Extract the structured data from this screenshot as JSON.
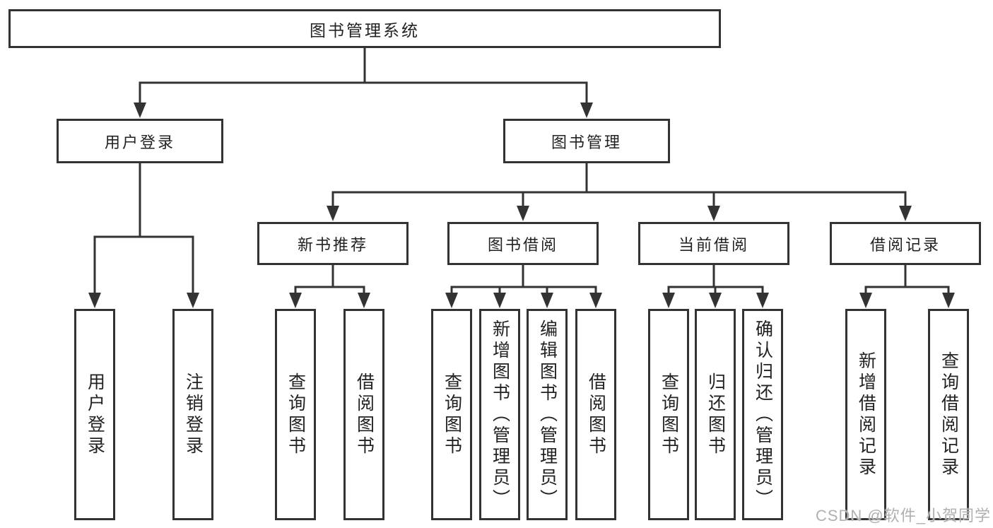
{
  "colors": {
    "line": "#333333",
    "box_border": "#333333",
    "text": "#222222",
    "watermark": "#b0b0b0",
    "background": "#ffffff"
  },
  "tree": {
    "root": {
      "label": "图书管理系统",
      "children": [
        {
          "label": "用户登录",
          "children": [
            "用户登录",
            "注销登录"
          ]
        },
        {
          "label": "图书管理",
          "children": [
            {
              "label": "新书推荐",
              "children": [
                "查询图书",
                "借阅图书"
              ]
            },
            {
              "label": "图书借阅",
              "children": [
                "查询图书",
                "新增图书（管理员）",
                "编辑图书（管理员）",
                "借阅图书"
              ]
            },
            {
              "label": "当前借阅",
              "children": [
                "查询图书",
                "归还图书",
                "确认归还（管理员）"
              ]
            },
            {
              "label": "借阅记录",
              "children": [
                "新增借阅记录",
                "查询借阅记录"
              ]
            }
          ]
        }
      ]
    }
  },
  "watermark": {
    "text": "CSDN @软件_小贺同学"
  }
}
